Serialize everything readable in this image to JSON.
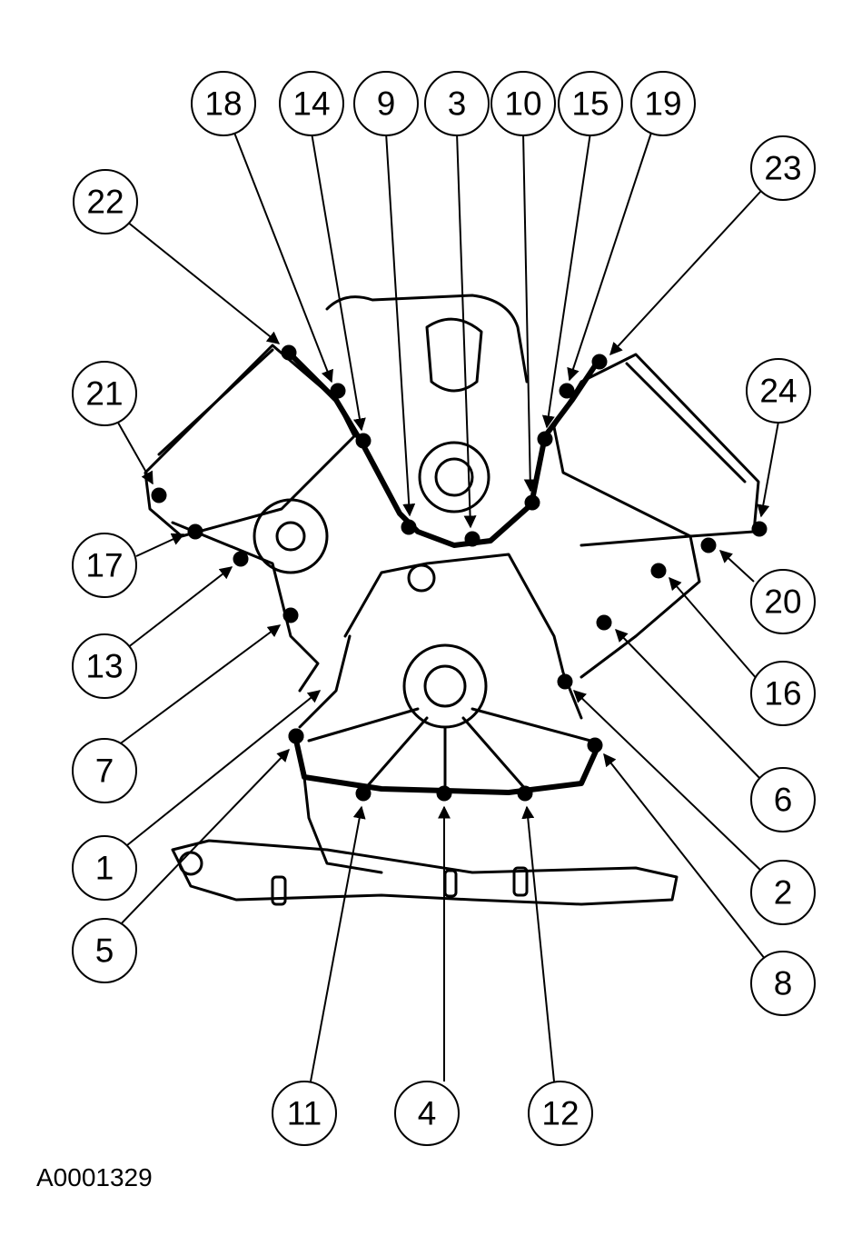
{
  "figure": {
    "reference_code": "A0001329"
  },
  "callouts": [
    "18",
    "14",
    "9",
    "3",
    "10",
    "15",
    "19",
    "22",
    "23",
    "21",
    "24",
    "17",
    "20",
    "13",
    "16",
    "7",
    "6",
    "1",
    "2",
    "5",
    "8",
    "11",
    "4",
    "12"
  ],
  "colors": {
    "ink": "#000000",
    "paper": "#ffffff"
  }
}
